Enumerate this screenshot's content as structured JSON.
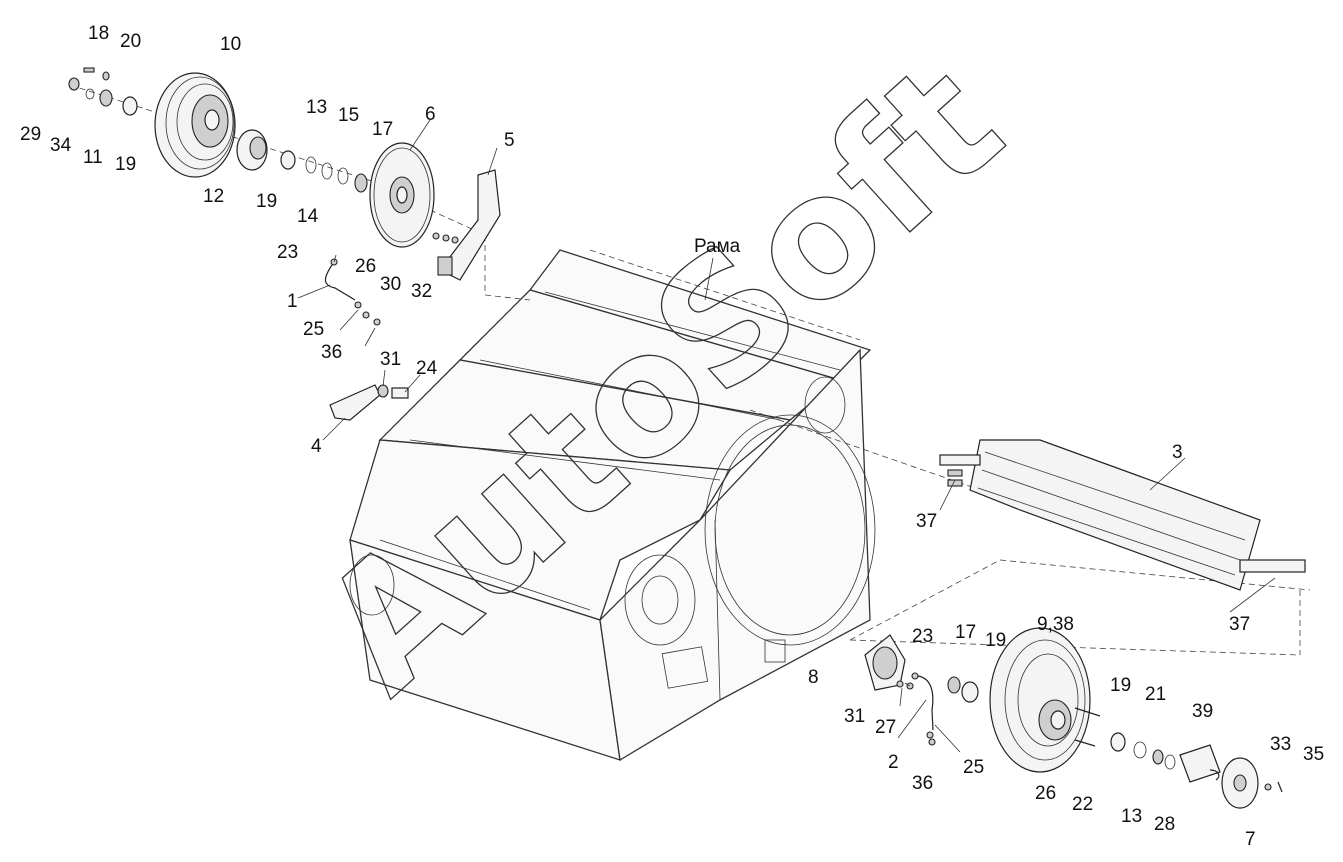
{
  "labels": {
    "frame": "Рама",
    "n1": "1",
    "n2": "2",
    "n3": "3",
    "n4": "4",
    "n5": "5",
    "n6": "6",
    "n7": "7",
    "n8": "8",
    "n9_38": "9,38",
    "n10": "10",
    "n11": "11",
    "n12": "12",
    "n13a": "13",
    "n13b": "13",
    "n14": "14",
    "n15": "15",
    "n17a": "17",
    "n17b": "17",
    "n18": "18",
    "n19a": "19",
    "n19b": "19",
    "n19c": "19",
    "n19d": "19",
    "n20": "20",
    "n21": "21",
    "n22": "22",
    "n23a": "23",
    "n23b": "23",
    "n24": "24",
    "n25a": "25",
    "n25b": "25",
    "n26a": "26",
    "n26b": "26",
    "n27": "27",
    "n28": "28",
    "n29": "29",
    "n30": "30",
    "n31a": "31",
    "n31b": "31",
    "n32": "32",
    "n33": "33",
    "n34": "34",
    "n35": "35",
    "n36a": "36",
    "n36b": "36",
    "n37a": "37",
    "n37b": "37",
    "n39": "39"
  },
  "watermark": "AutoSoft"
}
